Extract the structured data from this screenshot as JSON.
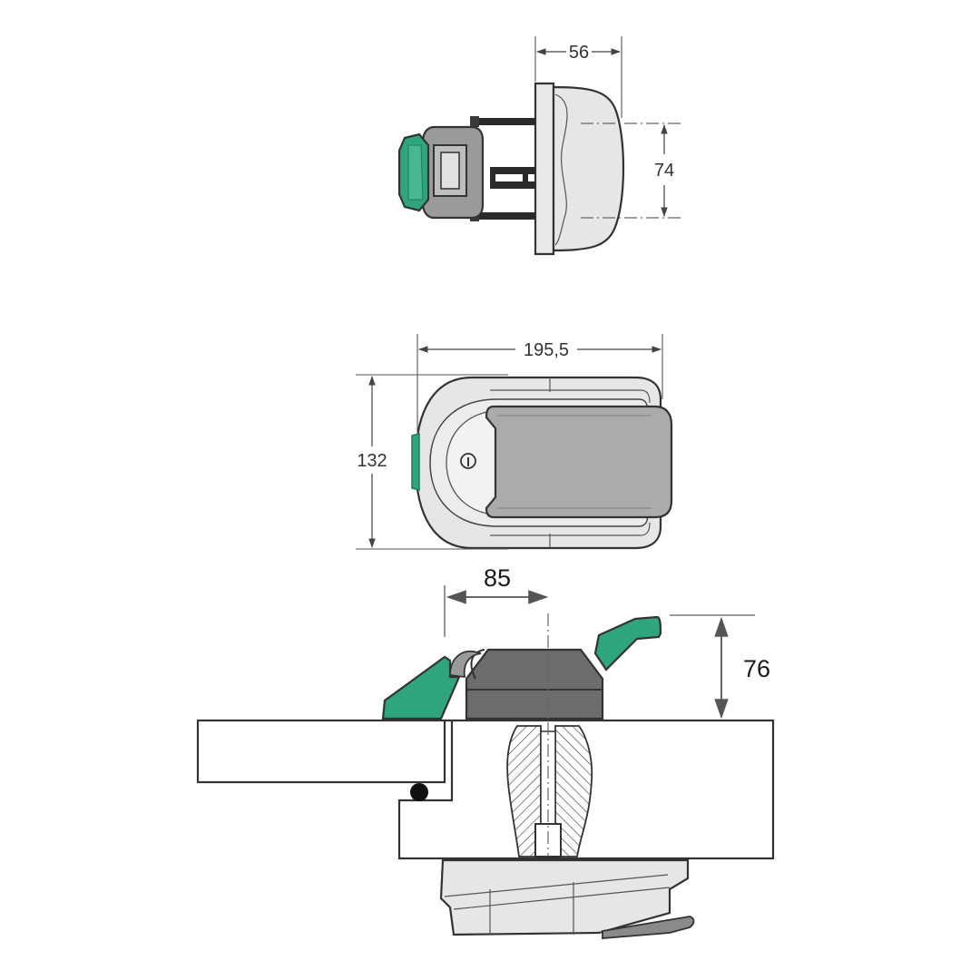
{
  "dimensions": {
    "side_depth": "56",
    "side_height": "74",
    "top_length": "195,5",
    "top_width": "132",
    "section_offset": "85",
    "section_height": "76"
  },
  "colors": {
    "handle_green": "#2fa57e",
    "handle_green_dark": "#1f7a5c",
    "body_light": "#e6e6e6",
    "body_gray": "#b5b5b5",
    "body_dark": "#6c6c6c",
    "line": "#333333"
  }
}
